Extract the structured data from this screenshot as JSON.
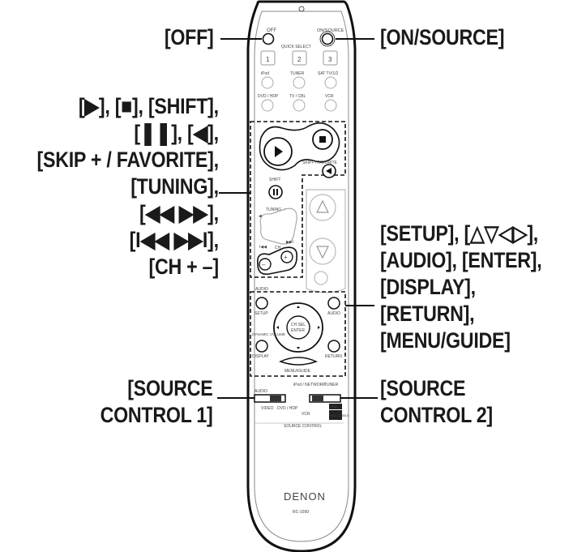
{
  "callouts": {
    "off": "[OFF]",
    "on_source": "[ON/SOURCE]",
    "left_group": [
      "[▶], [■], [SHIFT],",
      "[❚❚], [◀],",
      "[SKIP + / FAVORITE],",
      "[TUNING],",
      "[◀◀  ▶▶],",
      "[I◀◀  ▶▶I],",
      "[CH + –]"
    ],
    "right_group": [
      "[SETUP], [△▽◁▷],",
      "[AUDIO], [ENTER],",
      "[DISPLAY],",
      "[RETURN],",
      "[MENU/GUIDE]"
    ],
    "source_control_1": [
      "[SOURCE",
      "CONTROL 1]"
    ],
    "source_control_2": [
      "[SOURCE",
      "CONTROL 2]"
    ]
  },
  "remote": {
    "off": "OFF",
    "on_source": "ON/SOURCE",
    "quick_select": "QUICK SELECT",
    "quick_buttons": [
      "1",
      "2",
      "3"
    ],
    "input_labels_row1": [
      "iPod",
      "TUNER",
      "SAT TV/1/2"
    ],
    "input_labels_row2": [
      "DVD / HDP",
      "TV / CBL",
      "VCR"
    ],
    "skip_favorite": "SKIP+ / FAVORITE",
    "shift": "SHIFT",
    "tuning": "TUNING",
    "ch": "CH",
    "setup": "SETUP",
    "audio": "AUDIO",
    "display": "DISPLAY",
    "return": "RETURN",
    "ch_sel": "CH SEL",
    "enter": "ENTER",
    "menu_guide": "MENU/GUIDE",
    "ipod_network": "iPod / NETWORK",
    "tuner": "TUNER",
    "audio_sw": "AUDIO",
    "video": "VIDEO",
    "dvd_hdp": "DVD / HDP",
    "vcr": "VCR",
    "tv": "TV",
    "sat_cable": "SAT / CABLE",
    "source_control": "SOURCE CONTROL",
    "brand": "DENON",
    "model": "RC-1099"
  }
}
